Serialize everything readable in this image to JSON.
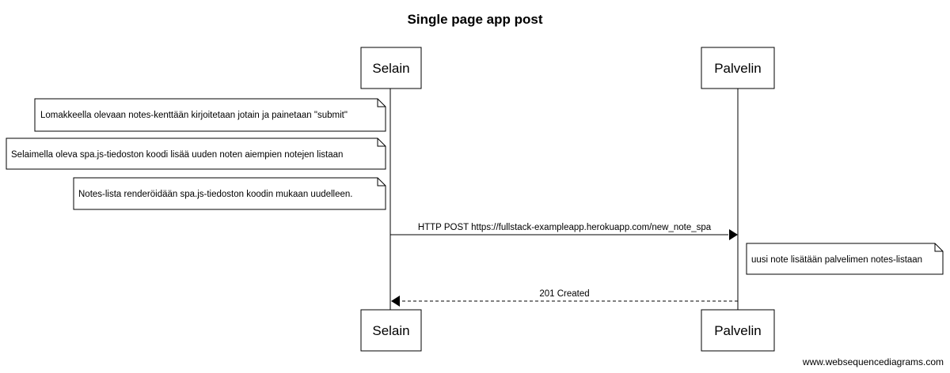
{
  "title": "Single page app post",
  "actors": {
    "client": "Selain",
    "server": "Palvelin"
  },
  "notes": [
    "Lomakkeella olevaan notes-kenttään kirjoitetaan jotain ja painetaan \"submit\"",
    "Selaimella oleva spa.js-tiedoston koodi lisää uuden noten aiempien notejen listaan",
    "Notes-lista renderöidään spa.js-tiedoston koodin mukaan uudelleen.",
    "uusi note lisätään palvelimen notes-listaan"
  ],
  "messages": [
    {
      "label": "HTTP POST https://fullstack-exampleapp.herokuapp.com/new_note_spa",
      "from": "Selain",
      "to": "Palvelin",
      "style": "solid"
    },
    {
      "label": "201 Created",
      "from": "Palvelin",
      "to": "Selain",
      "style": "dashed"
    }
  ],
  "watermark": "www.websequencediagrams.com"
}
